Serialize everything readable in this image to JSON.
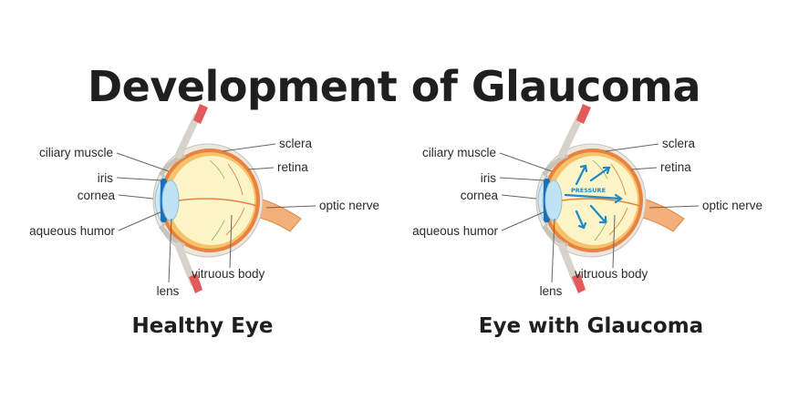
{
  "title": "Development of Glaucoma",
  "healthy": {
    "caption": "Healthy Eye",
    "labels": {
      "ciliary_muscle": "ciliary muscle",
      "iris": "iris",
      "cornea": "cornea",
      "aqueous_humor": "aqueous humor",
      "lens": "lens",
      "sclera": "sclera",
      "retina": "retina",
      "optic_nerve": "optic nerve",
      "vitreous_body": "vitruous body"
    }
  },
  "glaucoma": {
    "caption": "Eye with Glaucoma",
    "pressure_text": "PRESSURE",
    "labels": {
      "ciliary_muscle": "ciliary muscle",
      "iris": "iris",
      "cornea": "cornea",
      "aqueous_humor": "aqueous humor",
      "lens": "lens",
      "sclera": "sclera",
      "retina": "retina",
      "optic_nerve": "optic nerve",
      "vitreous_body": "vitruous body"
    }
  },
  "colors": {
    "sclera_outer": "#e8e4dc",
    "choroid": "#e87a3a",
    "vitreous": "#fdf5c8",
    "nerve": "#f2b07a",
    "lens": "#bfe3f4",
    "iris": "#1e6fb8",
    "muscle": "#e45a5a",
    "pressure": "#1e88c8"
  }
}
